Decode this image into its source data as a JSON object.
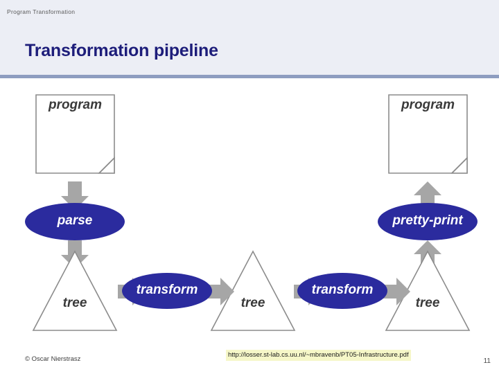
{
  "header": {
    "breadcrumb": "Program Transformation",
    "title": "Transformation pipeline"
  },
  "diagram": {
    "nodes": [
      {
        "id": "program-left",
        "kind": "box",
        "label": "program"
      },
      {
        "id": "parse",
        "kind": "ellipse",
        "label": "parse"
      },
      {
        "id": "tree-1",
        "kind": "tree",
        "label": "tree"
      },
      {
        "id": "transform-1",
        "kind": "ellipse",
        "label": "transform"
      },
      {
        "id": "tree-2",
        "kind": "tree",
        "label": "tree"
      },
      {
        "id": "transform-2",
        "kind": "ellipse",
        "label": "transform"
      },
      {
        "id": "tree-3",
        "kind": "tree",
        "label": "tree"
      },
      {
        "id": "pretty-print",
        "kind": "ellipse",
        "label": "pretty-print"
      },
      {
        "id": "program-right",
        "kind": "box",
        "label": "program"
      }
    ],
    "arrows": [
      {
        "from": "program-left",
        "to": "parse",
        "direction": "down"
      },
      {
        "from": "parse",
        "to": "tree-1",
        "direction": "down"
      },
      {
        "from": "tree-1",
        "to": "transform-1",
        "direction": "right"
      },
      {
        "from": "transform-1",
        "to": "tree-2",
        "direction": "right"
      },
      {
        "from": "tree-2",
        "to": "transform-2",
        "direction": "right"
      },
      {
        "from": "transform-2",
        "to": "tree-3",
        "direction": "right"
      },
      {
        "from": "tree-3",
        "to": "pretty-print",
        "direction": "up"
      },
      {
        "from": "pretty-print",
        "to": "program-right",
        "direction": "up"
      }
    ],
    "colors": {
      "ellipse_fill": "#2b2b9e",
      "arrow_fill": "#a6a6a6",
      "outline": "#8c8c8c",
      "text_dark": "#3a3a3a",
      "text_light": "#ffffff"
    }
  },
  "footer": {
    "copyright": "© Oscar Nierstrasz",
    "url": "http://losser.st-lab.cs.uu.nl/~mbravenb/PT05-Infrastructure.pdf",
    "page": "11"
  }
}
